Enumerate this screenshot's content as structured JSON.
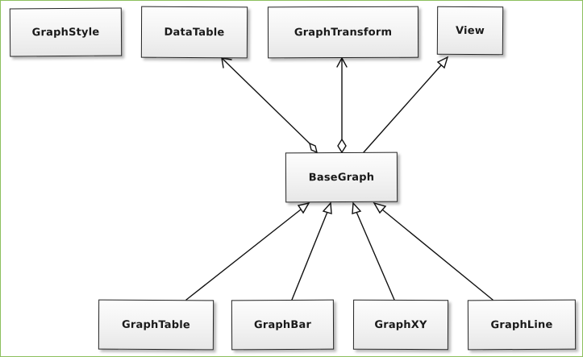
{
  "diagram": {
    "nodes": {
      "graph_style": "GraphStyle",
      "data_table": "DataTable",
      "graph_transform": "GraphTransform",
      "view": "View",
      "base_graph": "BaseGraph",
      "graph_table": "GraphTable",
      "graph_bar": "GraphBar",
      "graph_xy": "GraphXY",
      "graph_line": "GraphLine"
    },
    "relations": [
      {
        "from": "BaseGraph",
        "to": "DataTable",
        "type": "aggregation"
      },
      {
        "from": "BaseGraph",
        "to": "GraphTransform",
        "type": "aggregation"
      },
      {
        "from": "BaseGraph",
        "to": "View",
        "type": "generalization"
      },
      {
        "from": "GraphTable",
        "to": "BaseGraph",
        "type": "generalization"
      },
      {
        "from": "GraphBar",
        "to": "BaseGraph",
        "type": "generalization"
      },
      {
        "from": "GraphXY",
        "to": "BaseGraph",
        "type": "generalization"
      },
      {
        "from": "GraphLine",
        "to": "BaseGraph",
        "type": "generalization"
      }
    ],
    "colors": {
      "border": "#8cbf5e",
      "line": "#111111"
    }
  }
}
